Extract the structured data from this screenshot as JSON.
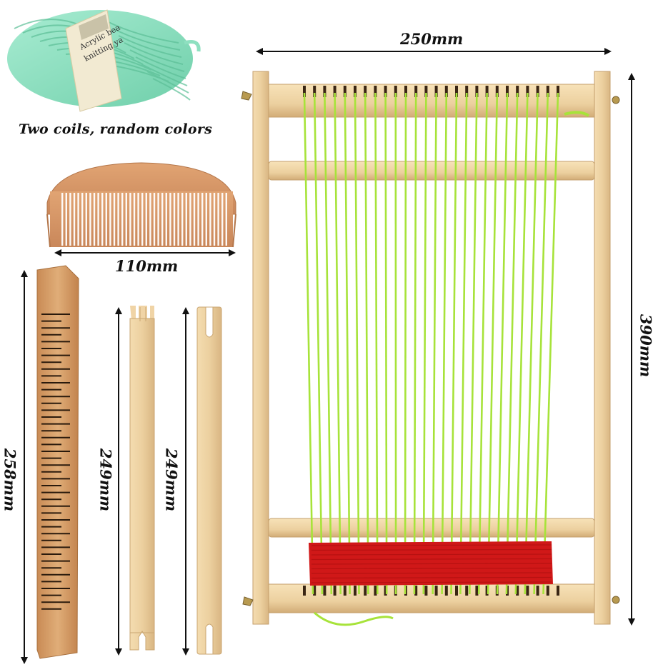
{
  "yarn": {
    "caption": "Two coils, random colors",
    "label_lines": [
      "Acrylic bea",
      "knitting ya"
    ],
    "color": "#8ee0c0"
  },
  "dimensions": {
    "loom_width": "250mm",
    "loom_height": "390mm",
    "comb_width": "110mm",
    "beater_length": "258mm",
    "shuttle_1_length": "249mm",
    "shuttle_2_length": "249mm"
  },
  "colors": {
    "wood": "#e9cc9c",
    "wood_dark": "#c9a06a",
    "warp": "#a7e33a",
    "weave": "#d01818"
  }
}
